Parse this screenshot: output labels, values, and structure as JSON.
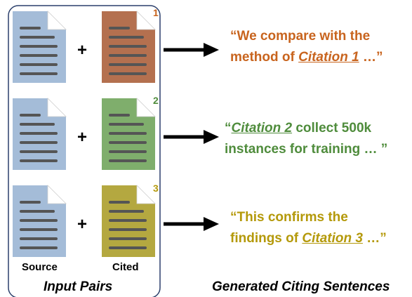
{
  "colors": {
    "source_doc": "#a4bcd8",
    "line": "#555555",
    "cited_1": "#b4704f",
    "cited_2": "#7fae6c",
    "cited_3": "#b4a840",
    "text_1": "#c8641e",
    "text_2": "#4f8c3c",
    "text_3": "#b4990a",
    "arrow": "#000000"
  },
  "pairs": [
    {
      "number": "1",
      "plus": "+",
      "sentence": {
        "line1": "“We compare with the",
        "line2_pre": "method of ",
        "citation": "Citation 1",
        "line2_post": " …”"
      }
    },
    {
      "number": "2",
      "plus": "+",
      "sentence": {
        "line1_pre": "“",
        "citation": "Citation 2",
        "line1_post": " collect 500k",
        "line2": "instances for training … ”"
      }
    },
    {
      "number": "3",
      "plus": "+",
      "sentence": {
        "line1": "“This confirms the",
        "line2_pre": "findings of ",
        "citation": "Citation 3",
        "line2_post": " …”"
      }
    }
  ],
  "labels": {
    "source": "Source",
    "cited": "Cited",
    "input_pairs": "Input Pairs",
    "generated": "Generated Citing Sentences"
  },
  "icons": {
    "document": "document-icon",
    "arrow": "right-arrow-icon"
  }
}
